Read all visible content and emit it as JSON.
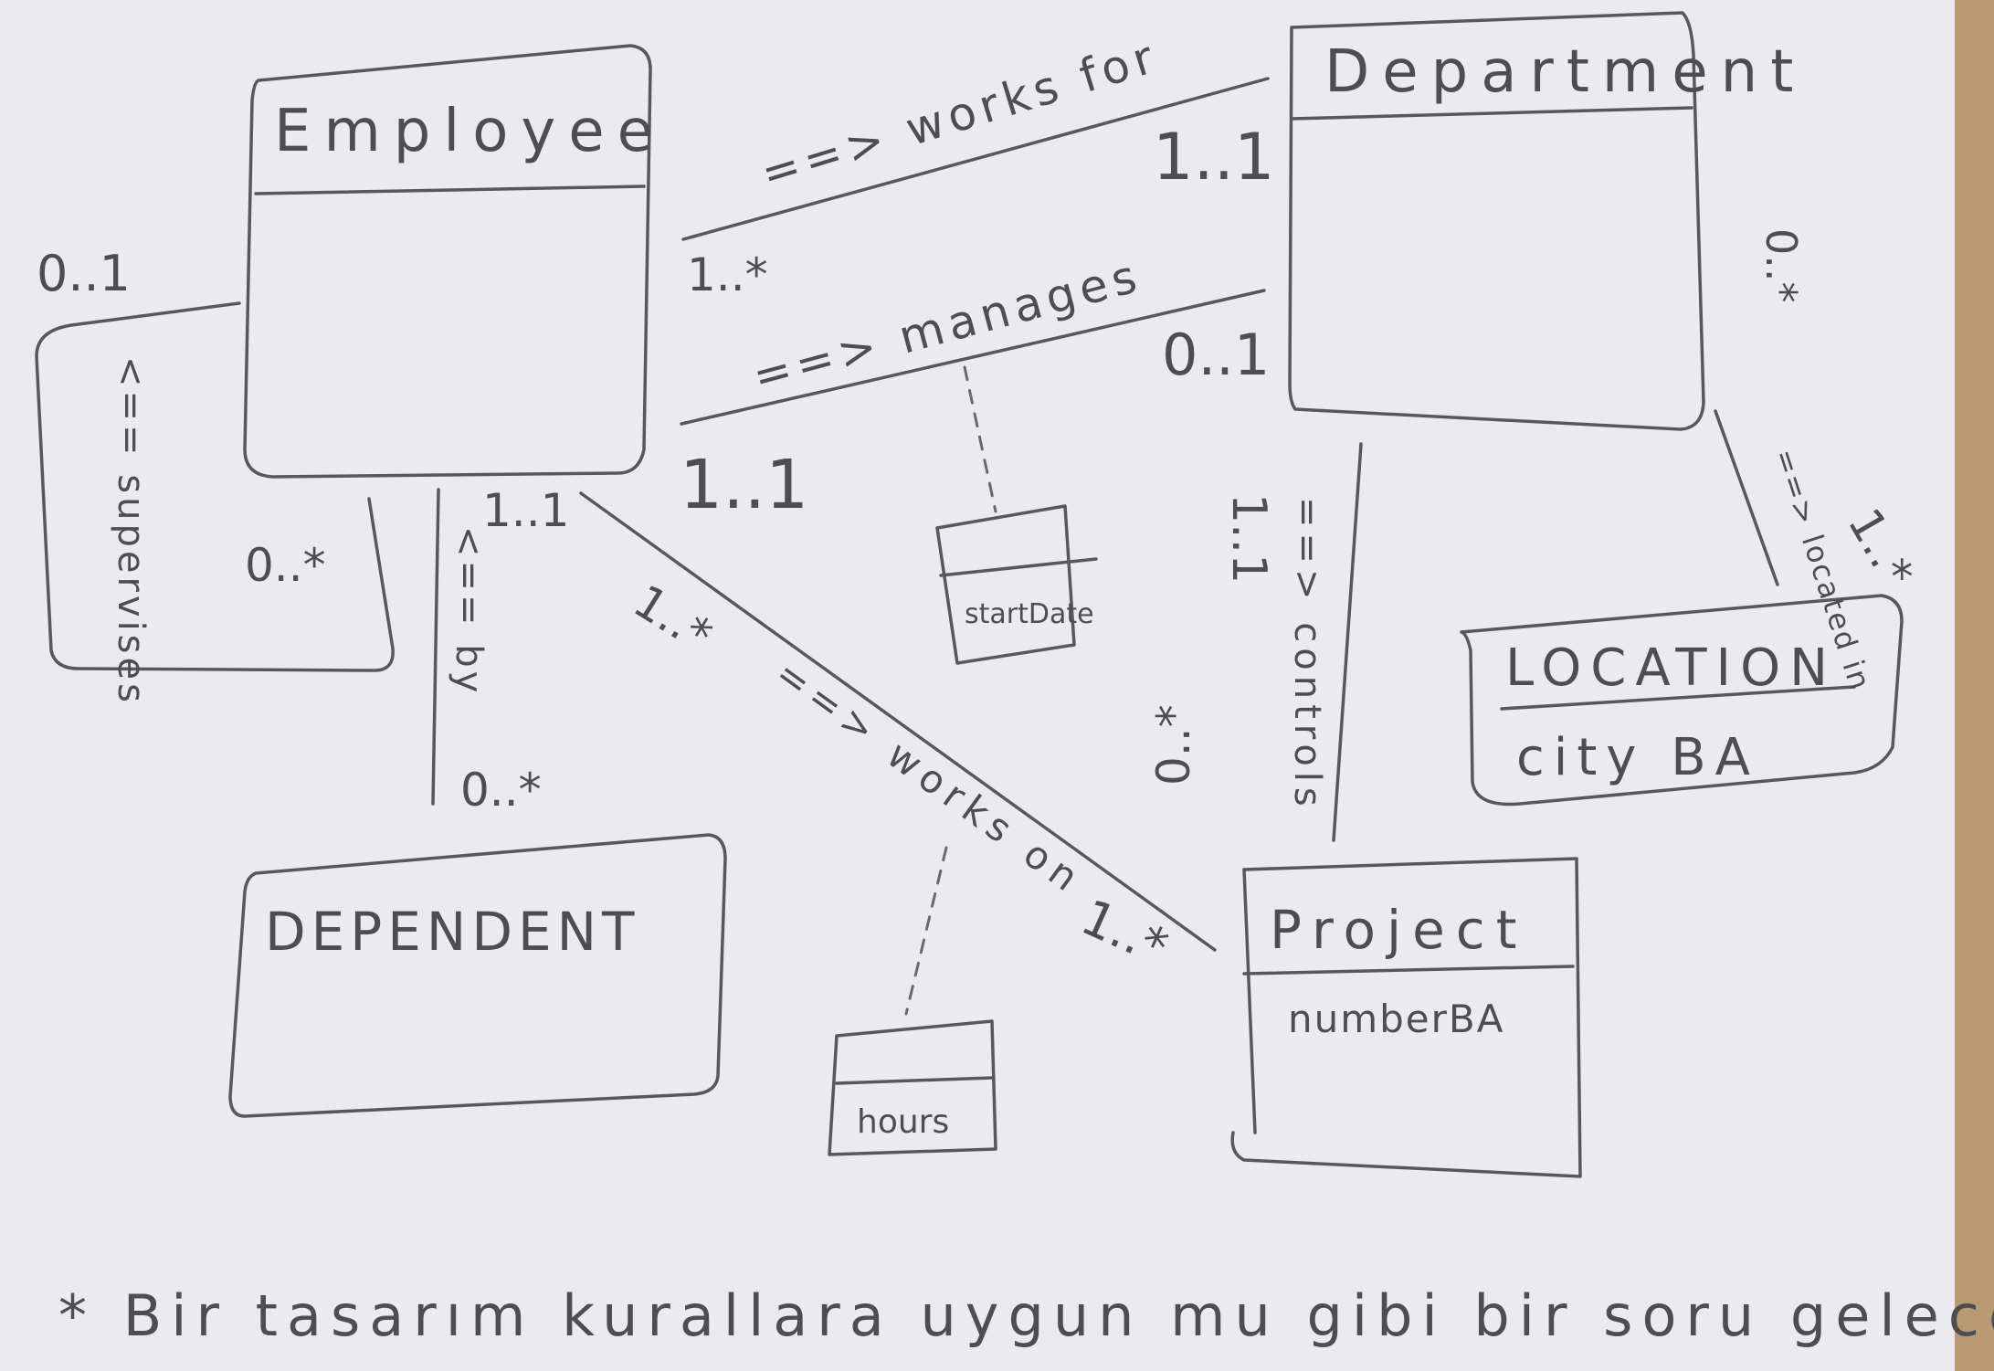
{
  "classes": {
    "employee": {
      "name": "Employee"
    },
    "department": {
      "name": "Department"
    },
    "dependent": {
      "name": "DEPENDENT"
    },
    "location": {
      "name": "LOCATION",
      "attribute": "city BA"
    },
    "project": {
      "name": "Project",
      "attribute": "numberBA"
    }
  },
  "association_classes": {
    "manages": {
      "attribute": "startDate"
    },
    "works_on": {
      "attribute": "hours"
    }
  },
  "associations": {
    "works_for": {
      "label": "==> works for",
      "mult_employee": "1..*",
      "mult_department": "1..1"
    },
    "manages": {
      "label": "==> manages",
      "mult_employee": "1..1",
      "mult_department": "0..1"
    },
    "supervises": {
      "label": "<== supervises",
      "mult_top": "0..1",
      "mult_bottom": "0..*"
    },
    "dependents": {
      "label": "<== by",
      "mult_employee": "1..1",
      "mult_dependent": "0..*"
    },
    "works_on": {
      "label": "==> works on",
      "mult_employee": "1..*",
      "mult_project": "1..*"
    },
    "controls": {
      "label": "==> controls",
      "mult_department": "1..1",
      "mult_project": "0..*"
    },
    "located": {
      "label": "==> located in",
      "mult_department": "0..*",
      "mult_location": "1..*"
    }
  },
  "footnote": "* Bir tasarım kurallara uygun mu gibi bir soru gelecek."
}
